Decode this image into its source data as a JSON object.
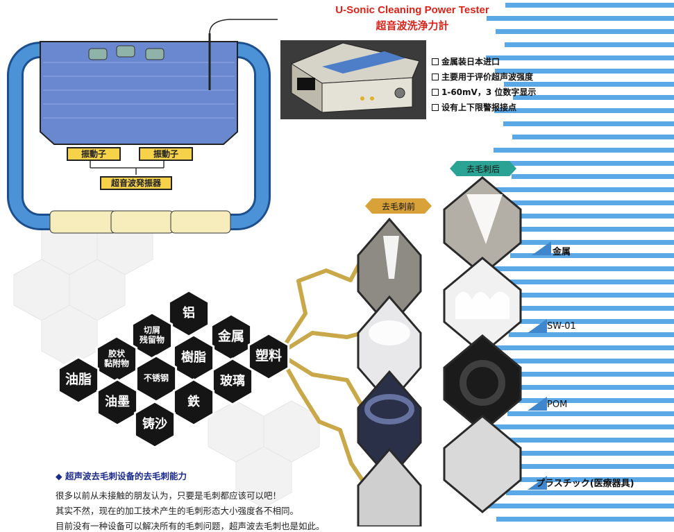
{
  "tester": {
    "title_en": "U-Sonic Cleaning Power Tester",
    "title_cn": "超音波洗浄力計",
    "specs": [
      "金属装日本进口",
      "主要用于评价超声波强度",
      "1-60mV，3 位数字显示",
      "设有上下限警报接点"
    ]
  },
  "tank": {
    "vibrator_1": "振動子",
    "vibrator_2": "振動子",
    "generator": "超音波発振器"
  },
  "deburr": {
    "before_label": "去毛刺前",
    "after_label": "去毛刺后"
  },
  "materials": [
    "金属",
    "SW-01",
    "POM",
    "プラスチック(医療器具)"
  ],
  "hex_words": {
    "aluminum": "铝",
    "chips": "切屑\n残留物",
    "metal": "金属",
    "glue": "胶状\n黏附物",
    "resin": "樹脂",
    "plastic": "塑料",
    "grease": "油脂",
    "stainless": "不锈钢",
    "glass": "玻璃",
    "ink": "油墨",
    "iron": "鉄",
    "sand": "铸沙"
  },
  "bottom": {
    "title": "◆ 超声波去毛刺设备的去毛刺能力",
    "lines": [
      "很多以前从未接触的朋友认为，只要是毛刺都应该可以吧！",
      "其实不然，现在的加工技术产生的毛刺形态大小强度各不相同。",
      "目前没有一种设备可以解决所有的毛刺问题，超声波去毛刺也是如此。"
    ]
  },
  "colors": {
    "stripe": "#5aa9e6",
    "pipe": "#3f86cc",
    "tank_water": "#6a88cf",
    "hex_dark": "#151515",
    "gold": "#c9a84a",
    "red_title": "#d8231b",
    "tag_before": "#d8a238",
    "tag_after": "#2aa394"
  }
}
